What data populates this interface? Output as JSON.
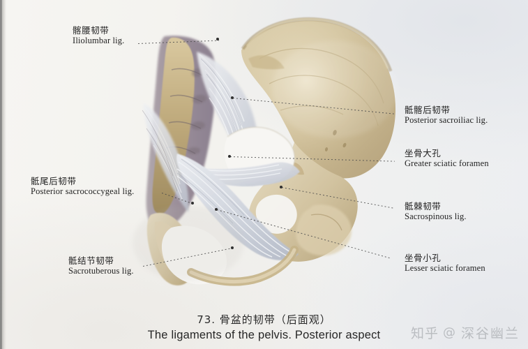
{
  "figure": {
    "caption_cn": "73. 骨盆的韧带（后面观）",
    "caption_en": "The ligaments of the pelvis. Posterior aspect",
    "number": "73"
  },
  "watermark": {
    "site": "知乎",
    "at": "@",
    "user": "深谷幽兰"
  },
  "labels": [
    {
      "id": "iliolumbar",
      "cn": "髂腰韧带",
      "en": "Iliolumbar lig.",
      "side": "left"
    },
    {
      "id": "posterior-sacrococcygeal",
      "cn": "骶尾后韧带",
      "en": "Posterior sacrococcygeal lig.",
      "side": "left"
    },
    {
      "id": "sacrotuberous",
      "cn": "骶结节韧带",
      "en": "Sacrotuberous lig.",
      "side": "left"
    },
    {
      "id": "posterior-sacroiliac",
      "cn": "骶髂后韧带",
      "en": "Posterior sacroiliac lig.",
      "side": "right"
    },
    {
      "id": "greater-sciatic-foramen",
      "cn": "坐骨大孔",
      "en": "Greater sciatic foramen",
      "side": "right"
    },
    {
      "id": "sacrospinous",
      "cn": "骶棘韧带",
      "en": "Sacrospinous lig.",
      "side": "right"
    },
    {
      "id": "lesser-sciatic-foramen",
      "cn": "坐骨小孔",
      "en": "Lesser sciatic foramen",
      "side": "right"
    }
  ],
  "colors": {
    "page_background": "#f2f1ee",
    "bone_ilium": "#c8b78f",
    "bone_light": "#e3d9c0",
    "sacrum_mauve": "#9c8f98",
    "ligament_white": "#dfe0e4",
    "ligament_blue": "#c3c7d2",
    "leader_line": "#4a4a4a",
    "text": "#232323",
    "watermark": "#b6b9bd"
  }
}
